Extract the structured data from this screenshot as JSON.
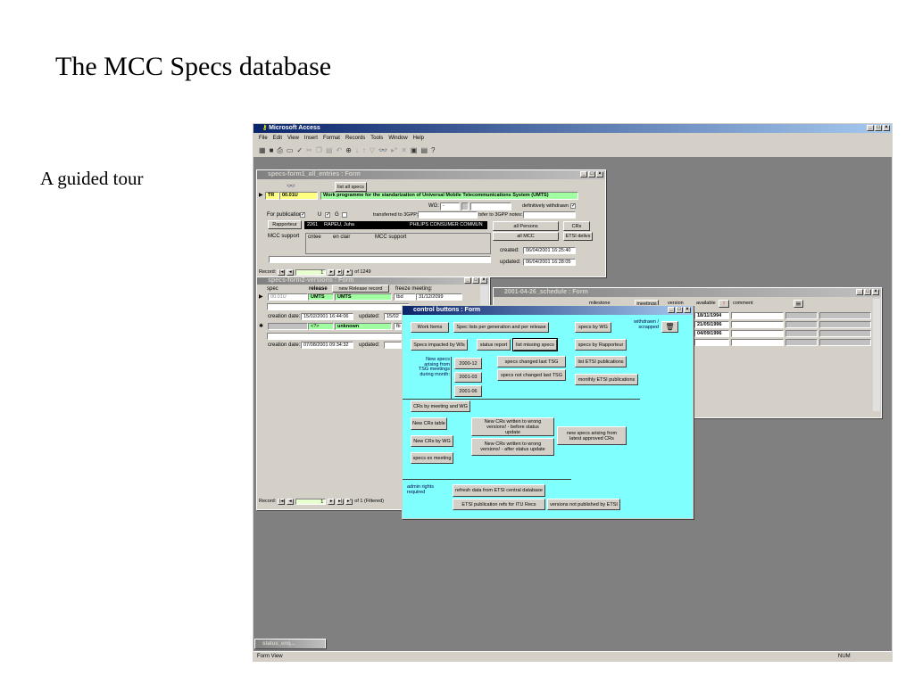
{
  "slide": {
    "title": "The MCC Specs database",
    "subtitle": "A guided tour"
  },
  "app": {
    "title": "Microsoft Access",
    "menu": [
      "File",
      "Edit",
      "View",
      "Insert",
      "Format",
      "Records",
      "Tools",
      "Window",
      "Help"
    ],
    "status_text": "Form View",
    "status_indicator": "NUM",
    "minimized_window": "status_enq..."
  },
  "form1": {
    "title": "specs-form1_all_entries : Form",
    "list_all_specs": "list all specs",
    "type": "TR",
    "spec_number": "00.01U",
    "spec_title": "Work programme for the standarization of Universal Mobile Telecommunications System (UMTS)",
    "wg_label": "WG:",
    "wg_value": "-",
    "withdrawn_label": "definitively withdrawn",
    "withdrawn_checked": true,
    "for_publication_label": "For publication",
    "for_publication_checked": true,
    "u_label": "U",
    "u_checked": true,
    "g_label": "G",
    "g_checked": false,
    "transferred_label": "transferred to 3GPP:",
    "tsfer_notes_label": "tsfer to 3GPP notes:",
    "rapporteur_button": "Rapporteur",
    "rapporteur_id": "2261",
    "rapporteur_name": "RAPEU, Juha",
    "rapporteur_company": "PHILIPS CONSUMER COMMUN",
    "all_persons": "all Persons",
    "crs": "CRs",
    "mcc_support_label": "MCC support",
    "mcc_columns": [
      "cntee",
      "en clair",
      "MCC support"
    ],
    "all_mcc": "all MCC",
    "etsi_delivs": "ETSI delivs",
    "created_label": "created:",
    "created": "06/04/2001 16:25:40",
    "updated_label": "updated:",
    "updated": "06/04/2001 16:28:05",
    "record_label": "Record:",
    "record_current": "1",
    "record_of": "of  1249"
  },
  "form2": {
    "title": "specs-form2-versions : Form",
    "col_spec": "spec",
    "col_release": "release",
    "new_release_button": "new Release record",
    "col_freeze": "freeze meeting:",
    "rows": [
      {
        "spec": "00.01U",
        "release_a": "UMTS",
        "release_b": "UMTS",
        "freeze": "tbd",
        "freeze_date": "31/12/2099",
        "creation_label": "creation date:",
        "creation": "15/02/2001 16:44:06",
        "updated_label": "updated:",
        "updated": "15/02"
      },
      {
        "spec": "",
        "release_a": "<?>",
        "release_b": "unknown",
        "freeze": "fb",
        "freeze_date": "",
        "creation_label": "creation date:",
        "creation": "07/08/2001 09:34:32",
        "updated_label": "updated:",
        "updated": ""
      }
    ],
    "record_label": "Record:",
    "record_current": "1",
    "record_of": "of  1 (Filtered)"
  },
  "schedule": {
    "title": "2001-04-26_schedule : Form",
    "col_milestone": "milestone",
    "meetings_button": "meetings",
    "col_version": "version",
    "col_available": "available",
    "col_comment": "comment",
    "dates": [
      "18/11/1994",
      "21/05/1996",
      "04/09/1996",
      ""
    ]
  },
  "control": {
    "title": "control buttons : Form",
    "bg": "#80ffff",
    "work_items": "Work Items",
    "spec_lists": "Spec lists per generation and per release",
    "specs_by_wg": "specs by WG",
    "withdrawn_label": "withdrawn / scrapped",
    "specs_impacted": "Specs impacted by WIs",
    "status_report": "status report",
    "list_missing": "list missing specs",
    "specs_by_rapporteur": "specs by Rapporteur",
    "new_specs_label": "New specs arising from TSG meetings during month:",
    "months": [
      "2000-12",
      "2001-03",
      "2001-06"
    ],
    "specs_changed": "specs changed last TSG",
    "specs_not_changed": "specs not changed last TSG",
    "list_etsi": "list ETSI publications",
    "monthly_etsi": "monthly ETSI publications",
    "crs_by_meeting": "CRs by meeting and WG",
    "new_crs_table": "New CRs table",
    "new_crs_by_wg": "New CRs by WG",
    "specs_ex_meeting": "specs ex meeting",
    "wrong_before": "New CRs written to wrong versions! - before status update",
    "wrong_after": "New CRs written to wrong versions! - after status update",
    "new_specs_latest": "new specs arising from latest approved CRs",
    "admin_label": "admin rights required",
    "refresh": "refresh data from ETSI central database",
    "etsi_itu": "ETSI publication refs for ITU Recs",
    "versions_not_published": "versions not published by ETSI"
  }
}
